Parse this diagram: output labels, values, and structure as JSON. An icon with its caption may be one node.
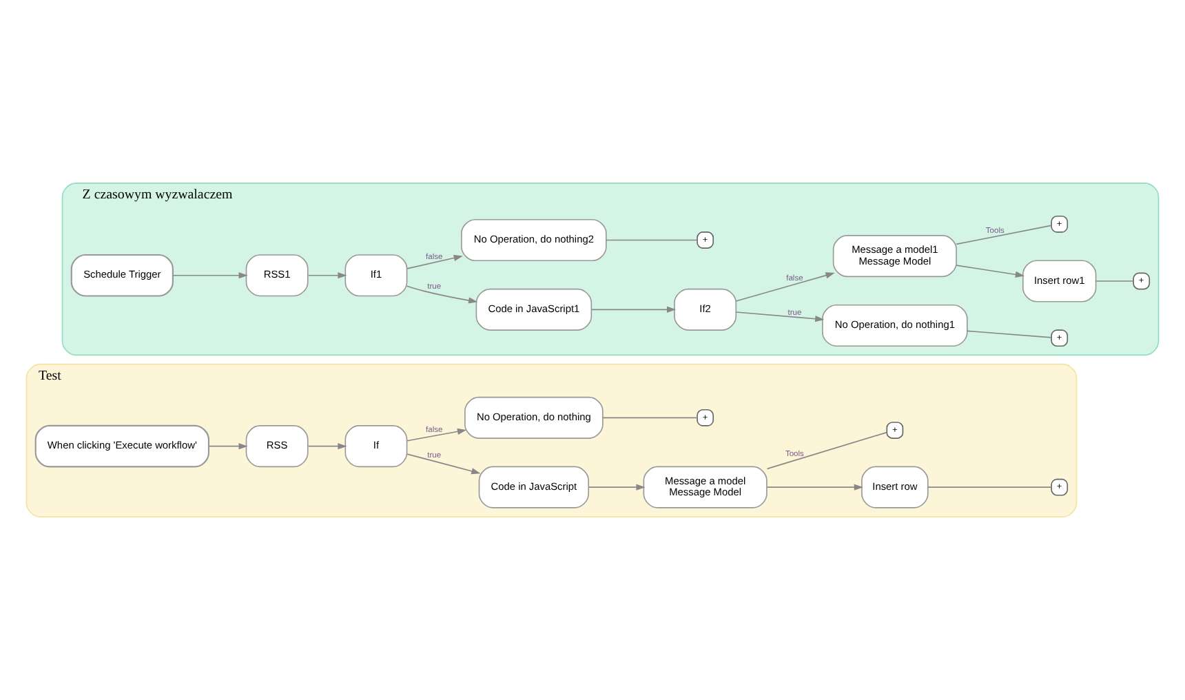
{
  "diagram": {
    "nodes": [
      {
        "text": [
          "Test"
        ]
      },
      {
        "text": [
          "When clicking 'Execute workflow'"
        ],
        "in": 0
      },
      {
        "text": [
          "RSS"
        ],
        "in": 0
      },
      {
        "text": [
          "If"
        ],
        "in": 0
      },
      {
        "text": [
          "Code in JavaScript"
        ],
        "in": 0
      },
      {
        "text": [
          "Message a model",
          "Message Model"
        ],
        "in": 0
      },
      {
        "text": [
          "Insert row"
        ],
        "in": 0
      },
      {
        "text": [
          "No Operation, do nothing"
        ],
        "in": 0
      },
      {
        "text": [
          "+"
        ],
        "in": 0
      },
      {
        "text": [
          "+"
        ],
        "in": 0
      },
      {
        "text": [
          "+"
        ],
        "in": 0
      },
      {
        "text": [
          "Z czasowym wyzwalaczem"
        ]
      },
      {
        "text": [
          "Schedule Trigger"
        ],
        "in": 11
      },
      {
        "text": [
          "RSS1"
        ],
        "in": 11
      },
      {
        "text": [
          "If1"
        ],
        "in": 11
      },
      {
        "text": [
          "Code in JavaScript1"
        ],
        "in": 11
      },
      {
        "text": [
          "If2"
        ],
        "in": 11
      },
      {
        "text": [
          "No Operation, do nothing1"
        ],
        "in": 11
      },
      {
        "text": [
          "Message a model1",
          "Message Model"
        ],
        "in": 11
      },
      {
        "text": [
          "Insert row1"
        ],
        "in": 11
      },
      {
        "text": [
          "No Operation, do nothing2"
        ],
        "in": 11
      },
      {
        "text": [
          "+"
        ],
        "in": 11
      },
      {
        "text": [
          "+"
        ],
        "in": 11
      },
      {
        "text": [
          "+"
        ],
        "in": 11
      },
      {
        "text": [
          "+"
        ],
        "in": 11
      }
    ],
    "edges": [
      {
        "from": 1,
        "to": 2,
        "arrow": "to"
      },
      {
        "from": 2,
        "to": 3,
        "arrow": "to"
      },
      {
        "from": 3,
        "to": 4,
        "label": "true",
        "arrow": "to"
      },
      {
        "from": 3,
        "to": 7,
        "label": "false",
        "arrow": "to"
      },
      {
        "from": 4,
        "to": 5,
        "arrow": "to"
      },
      {
        "from": 5,
        "to": 6,
        "arrow": "to"
      },
      {
        "from": 6,
        "to": 8,
        "arrow": "none"
      },
      {
        "from": 5,
        "to": 9,
        "label": "Tools",
        "arrow": "none"
      },
      {
        "from": 7,
        "to": 10,
        "arrow": "none"
      },
      {
        "from": 12,
        "to": 13,
        "arrow": "to"
      },
      {
        "from": 13,
        "to": 14,
        "arrow": "to"
      },
      {
        "from": 14,
        "to": 15,
        "label": "true",
        "arrow": "to"
      },
      {
        "from": 14,
        "to": 20,
        "label": "false",
        "arrow": "to"
      },
      {
        "from": 15,
        "to": 16,
        "arrow": "to"
      },
      {
        "from": 16,
        "to": 17,
        "label": "true",
        "arrow": "to"
      },
      {
        "from": 16,
        "to": 18,
        "label": "false",
        "arrow": "to"
      },
      {
        "from": 18,
        "to": 19,
        "arrow": "to"
      },
      {
        "from": 17,
        "to": 21,
        "arrow": "none"
      },
      {
        "from": 19,
        "to": 22,
        "arrow": "none"
      },
      {
        "from": 18,
        "to": 23,
        "label": "Tools",
        "arrow": "none"
      },
      {
        "from": 20,
        "to": 24,
        "arrow": "none"
      }
    ]
  }
}
